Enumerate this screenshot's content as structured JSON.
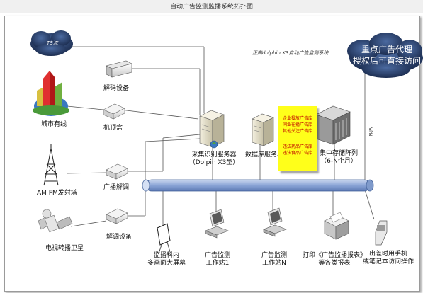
{
  "window": {
    "title": "自动广告监测监播系统拓扑图"
  },
  "system_label": "正高dolphin X3自动广告监测系统",
  "cloud_left": {
    "label": "TS流"
  },
  "cloud_right": {
    "line1": "重点广告代理",
    "line2": "授权后可直接访问"
  },
  "vpn_label": "VPN",
  "sources": {
    "decoder": "解码设备",
    "cable": "城市有线",
    "settop": "机顶盒",
    "am_fm": "AM FM发射塔",
    "broadcast_demod": "广播解调",
    "satellite": "电视转播卫星",
    "demod_device": "解调设备"
  },
  "capture_server": {
    "line1": "采集识别服务器",
    "line2": "（Dolpin X3型）"
  },
  "db_server": {
    "label": "数据库服务器"
  },
  "yellow_box": {
    "group1": [
      "企业投放广告库",
      "同业在播广告库",
      "其他关注广告库"
    ],
    "group2": [
      "违法药品广告库",
      "违法食品广告库"
    ]
  },
  "storage": {
    "line1": "集中存储阵列",
    "line2": "（6-N个月）"
  },
  "clients": {
    "big_screen": {
      "line1": "监播科内",
      "line2": "多画面大屏幕"
    },
    "ws1": {
      "line1": "广告监测",
      "line2": "工作站1"
    },
    "wsn": {
      "line1": "广告监测",
      "line2": "工作站N"
    },
    "print": {
      "line1": "打印《广告监播报表》",
      "line2": "等各类报表"
    },
    "mobile": {
      "line1": "出差时用手机",
      "line2": "或笔记本访问操作"
    }
  },
  "colors": {
    "bus": "#6f8fc8",
    "cloud": "#243a63",
    "yellow": "#ffff1a",
    "red_text": "#c00000"
  },
  "icons": [
    "cloud-icon",
    "decoder-icon",
    "city-building-icon",
    "settop-box-icon",
    "radio-tower-icon",
    "demod-box-icon",
    "satellite-icon",
    "server-icon",
    "storage-array-icon",
    "bus-pipe-icon",
    "display-screen-icon",
    "workstation-icon",
    "printer-icon",
    "mobile-phone-icon"
  ]
}
